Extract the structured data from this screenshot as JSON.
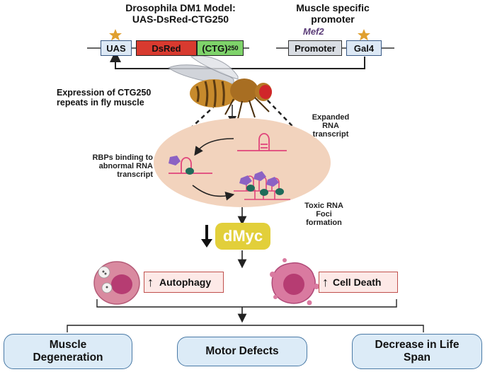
{
  "model": {
    "title_line1": "Drosophila DM1 Model:",
    "title_line2": "UAS-DsRed-CTG250",
    "uas": "UAS",
    "dsred": "DsRed",
    "ctg_base": "(CTG)",
    "ctg_sub": "250"
  },
  "promoter_block": {
    "title_line1": "Muscle specific",
    "title_line2": "promoter",
    "mef2": "Mef2",
    "promoter": "Promoter",
    "gal4": "Gal4"
  },
  "labels": {
    "expression_line1": "Expression of CTG250",
    "expression_line2": "repeats in fly muscle",
    "expanded_line1": "Expanded",
    "expanded_line2": "RNA",
    "expanded_line3": "transcript",
    "rbp_line1": "RBPs binding to",
    "rbp_line2": "abnormal RNA",
    "rbp_line3": "transcript",
    "toxic_line1": "Toxic RNA",
    "toxic_line2": "Foci",
    "toxic_line3": "formation"
  },
  "dmyc": "dMyc",
  "indicators": {
    "autophagy": "Autophagy",
    "cell_death": "Cell Death"
  },
  "outcomes": {
    "muscle_line1": "Muscle",
    "muscle_line2": "Degeneration",
    "motor": "Motor Defects",
    "life_line1": "Decrease in Life",
    "life_line2": "Span"
  },
  "colors": {
    "uas_box": "#dce8f5",
    "dsred_box": "#d83a2f",
    "ctg_box": "#7ed36a",
    "promoter_box": "#d9dde3",
    "star": "#e0a030",
    "ellipse": "#f2d3bd",
    "dmyc": "#e2cf3a",
    "outcome_fill": "#dcebf7",
    "indicator_border": "#c0504d"
  }
}
